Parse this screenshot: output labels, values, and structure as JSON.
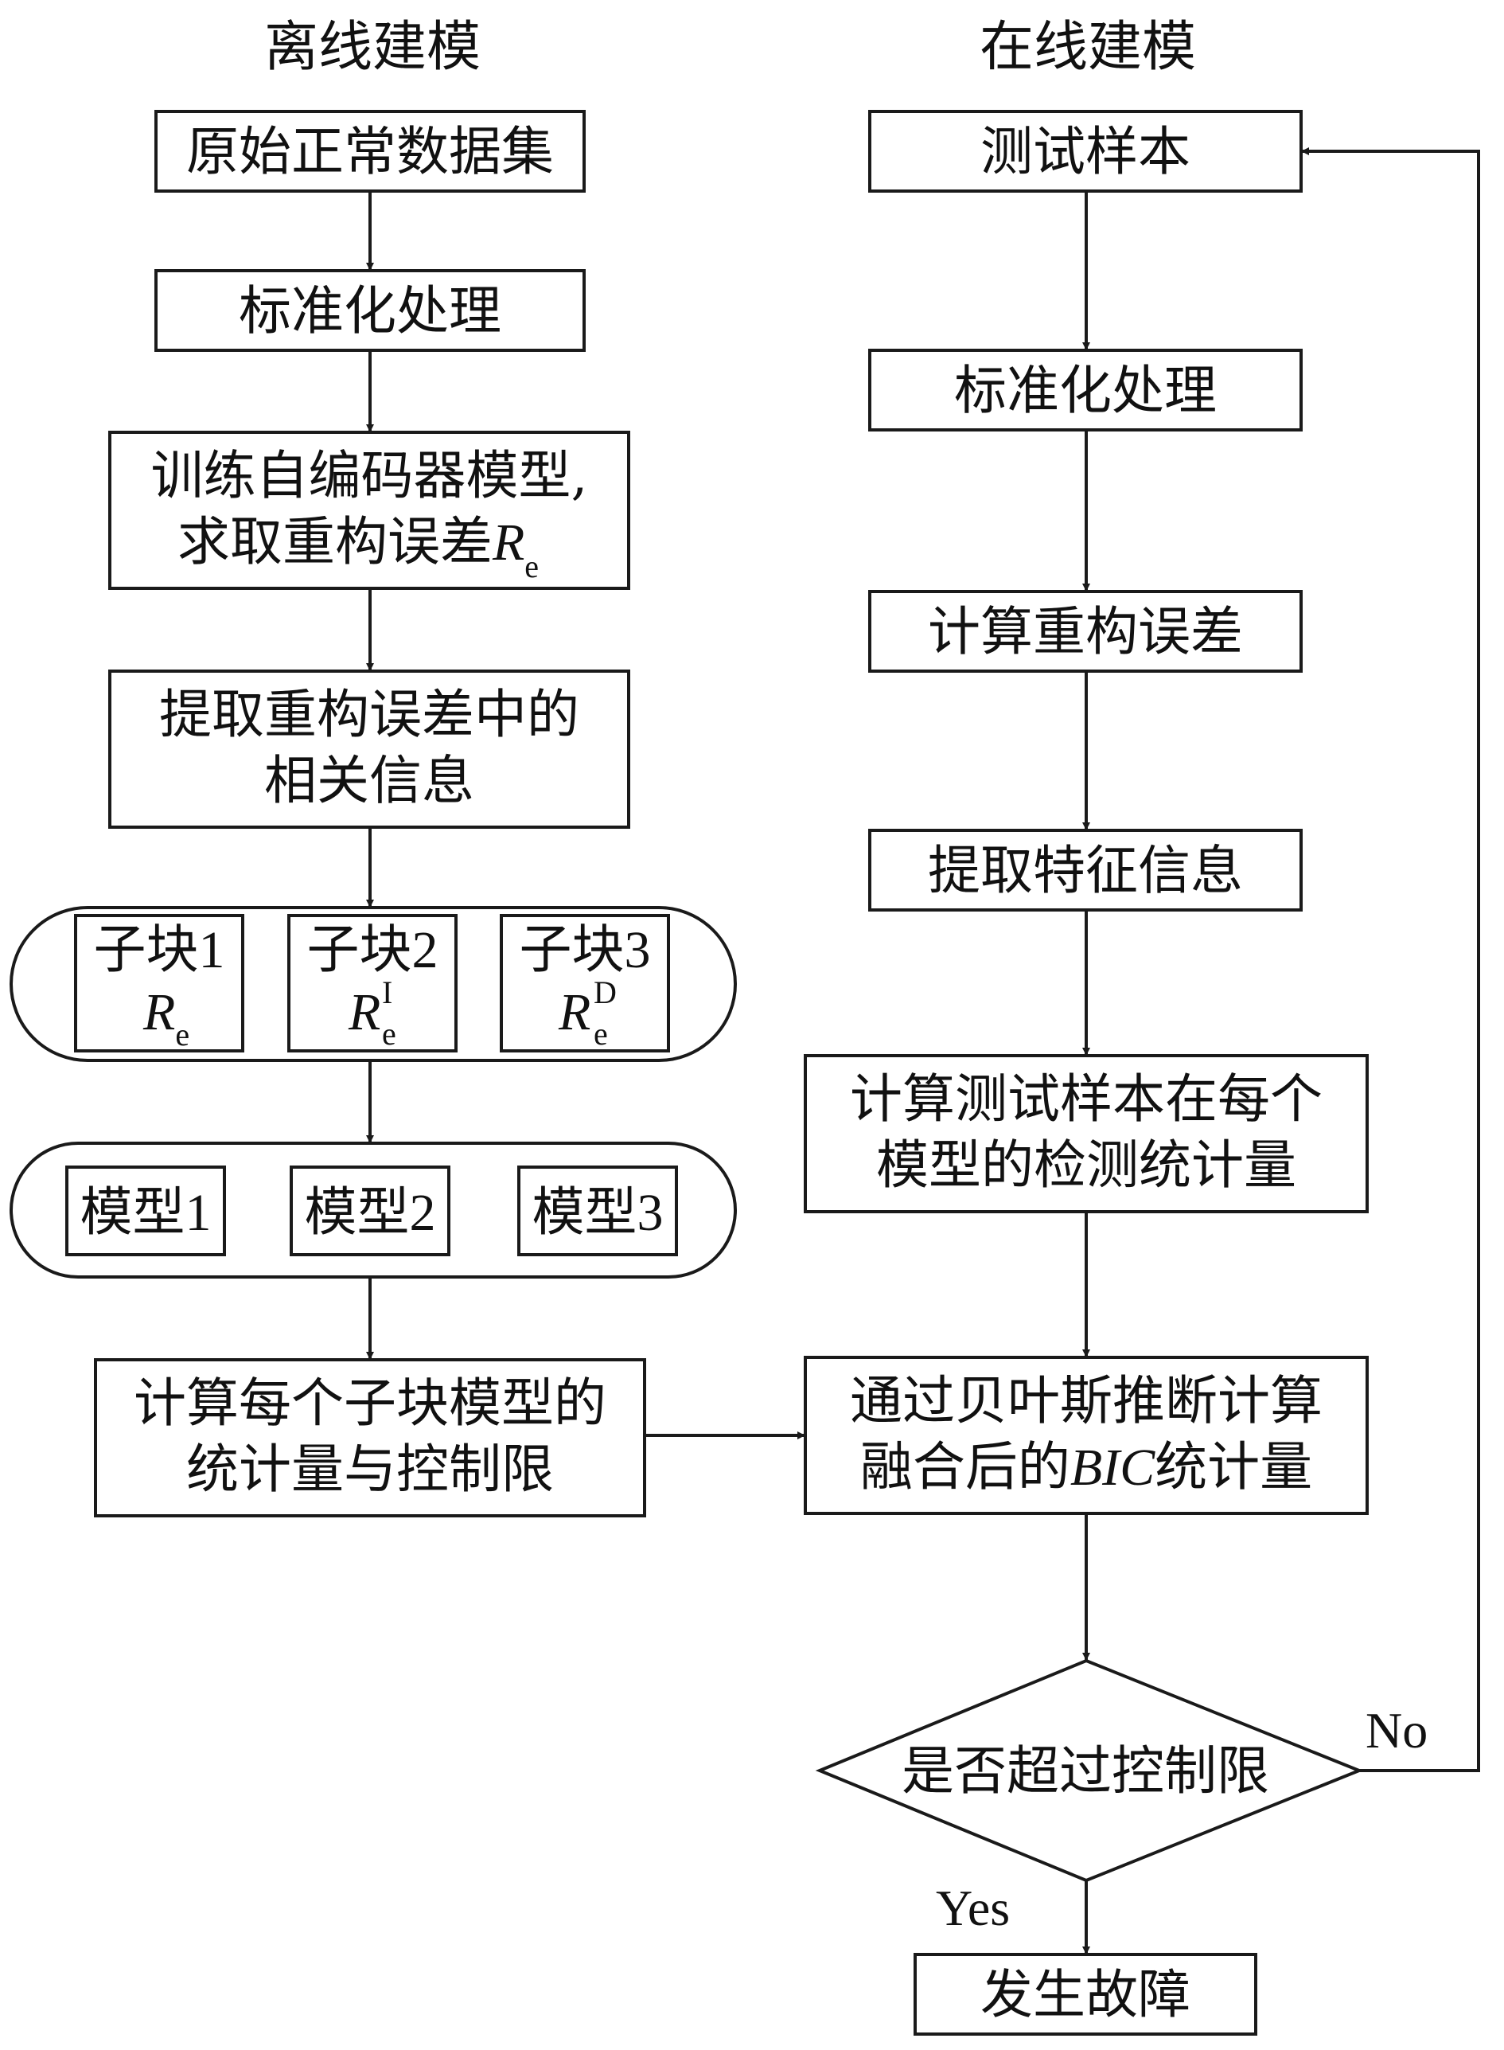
{
  "headers": {
    "offline": "离线建模",
    "online": "在线建模"
  },
  "offline": {
    "raw_data": "原始正常数据集",
    "standardize": "标准化处理",
    "train_line1": "训练自编码器模型,",
    "train_line2": "求取重构误差",
    "train_symbol": "R",
    "train_sub": "e",
    "extract_line1": "提取重构误差中的",
    "extract_line2": "相关信息",
    "subblocks": [
      {
        "title": "子块1",
        "symbol": "R",
        "sub": "e",
        "sup": ""
      },
      {
        "title": "子块2",
        "symbol": "R",
        "sub": "e",
        "sup": "I"
      },
      {
        "title": "子块3",
        "symbol": "R",
        "sub": "e",
        "sup": "D"
      }
    ],
    "models": [
      "模型1",
      "模型2",
      "模型3"
    ],
    "limits_line1": "计算每个子块模型的",
    "limits_line2": "统计量与控制限"
  },
  "online": {
    "test_sample": "测试样本",
    "standardize": "标准化处理",
    "recon_error": "计算重构误差",
    "feature_info": "提取特征信息",
    "stat_line1": "计算测试样本在每个",
    "stat_line2": "模型的检测统计量",
    "bic_line1": "通过贝叶斯推断计算",
    "bic_line2_a": "融合后的",
    "bic_line2_b": "BIC",
    "bic_line2_c": "统计量",
    "decision": "是否超过控制限",
    "fault": "发生故障"
  },
  "edge_labels": {
    "no": "No",
    "yes": "Yes"
  }
}
